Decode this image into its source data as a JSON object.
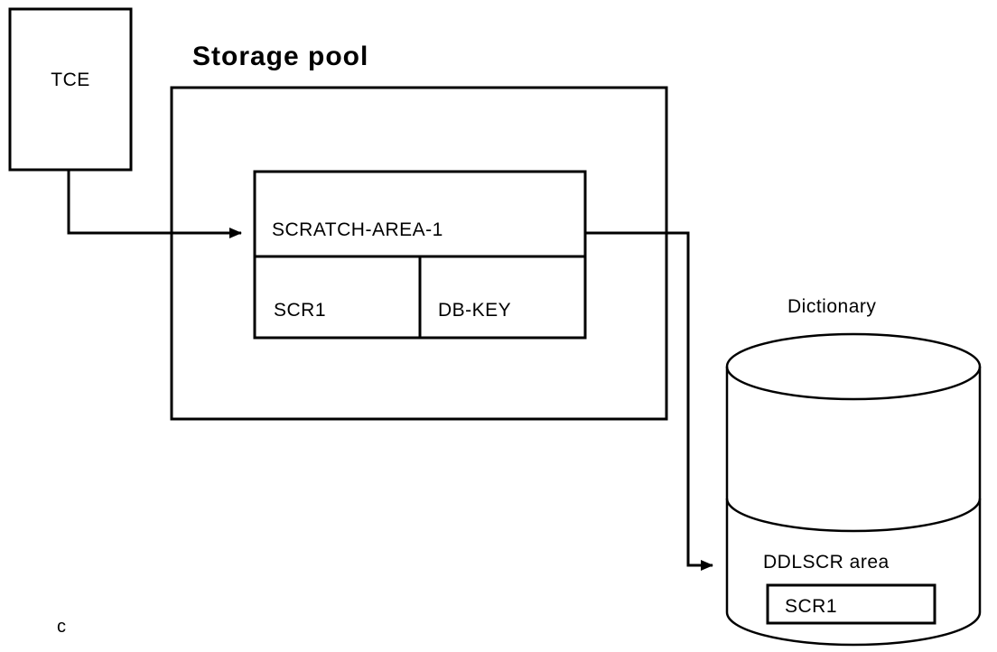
{
  "diagram": {
    "tce_label": "TCE",
    "storage_pool_title": "Storage pool",
    "scratch_area_label": "SCRATCH-AREA-1",
    "scr1_label": "SCR1",
    "db_key_label": "DB-KEY",
    "dictionary_label": "Dictionary",
    "ddlscr_area_label": "DDLSCR area",
    "dictionary_scr1_label": "SCR1",
    "figure_label": "c"
  },
  "colors": {
    "stroke": "#000000",
    "background": "#ffffff"
  }
}
